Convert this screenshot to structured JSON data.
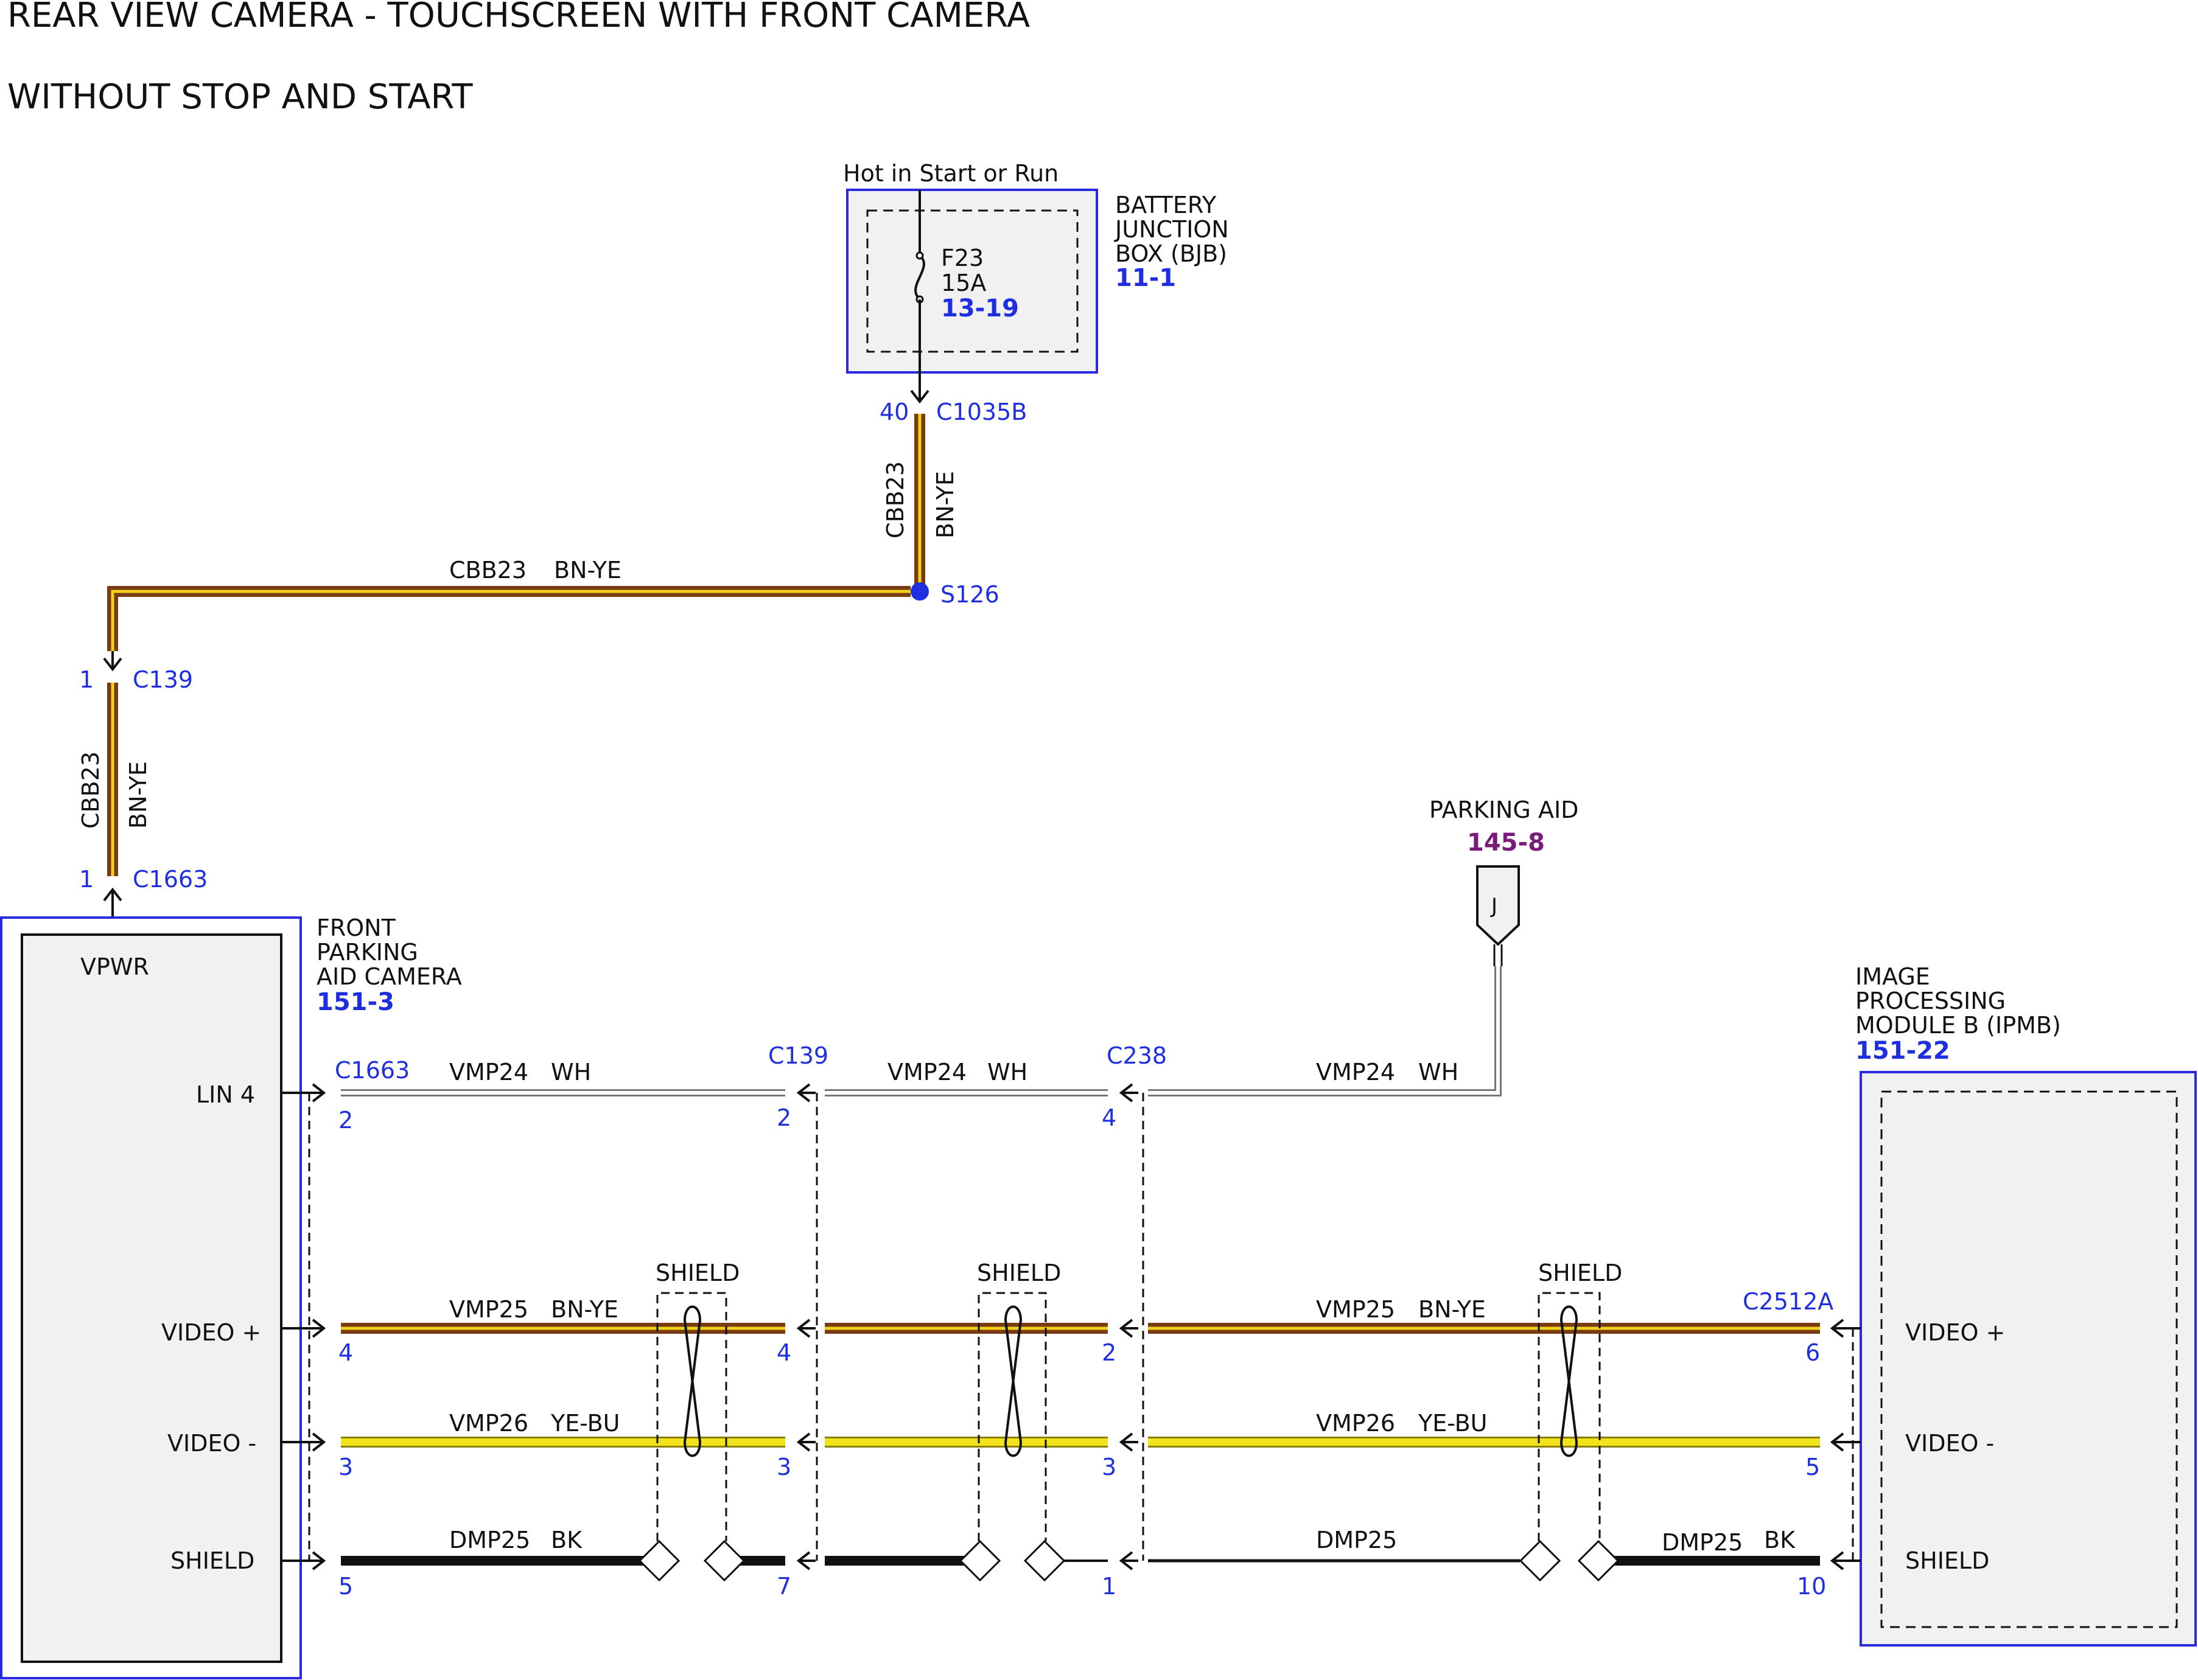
{
  "title": {
    "line1": "REAR VIEW CAMERA - TOUCHSCREEN WITH FRONT CAMERA",
    "line2": "WITHOUT STOP AND START"
  },
  "bjb": {
    "supply_label": "Hot in Start or Run",
    "fuse_name": "F23",
    "fuse_rating": "15A",
    "fuse_ref": "13-19",
    "name_lines": [
      "BATTERY",
      "JUNCTION",
      "BOX (BJB)"
    ],
    "page_ref": "11-1"
  },
  "power_circuit": {
    "circuit": "CBB23",
    "color": "BN-YE",
    "pin_c1035b": "40",
    "conn_c1035b": "C1035B",
    "splice": "S126",
    "pin_c139": "1",
    "conn_c139": "C139",
    "pin_c1663": "1",
    "conn_c1663": "C1663"
  },
  "camera": {
    "name_lines": [
      "FRONT",
      "PARKING",
      "AID CAMERA"
    ],
    "page_ref": "151-3",
    "pins": {
      "vpwr": "VPWR",
      "lin": "LIN 4",
      "video_pos": "VIDEO +",
      "video_neg": "VIDEO -",
      "shield": "SHIELD"
    }
  },
  "ipmb": {
    "name_lines": [
      "IMAGE",
      "PROCESSING",
      "MODULE B (IPMB)"
    ],
    "page_ref": "151-22",
    "pins": {
      "video_pos": "VIDEO +",
      "video_neg": "VIDEO -",
      "shield": "SHIELD"
    }
  },
  "parking_aid": {
    "label": "PARKING AID",
    "page_ref": "145-8",
    "symbol": "J"
  },
  "connectors": {
    "c1663": {
      "name": "C1663",
      "pins": {
        "lin": "2",
        "vpos": "4",
        "vneg": "3",
        "shield": "5"
      }
    },
    "c139": {
      "name": "C139",
      "pins": {
        "lin": "2",
        "vpos": "4",
        "vneg": "3",
        "shield": "7"
      }
    },
    "c238": {
      "name": "C238",
      "pins": {
        "lin": "4",
        "vpos": "2",
        "vneg": "3",
        "shield": "1"
      }
    },
    "c2512a": {
      "name": "C2512A",
      "pins": {
        "vpos": "6",
        "vneg": "5",
        "shield": "10"
      }
    }
  },
  "wires": {
    "lin": {
      "circuit": "VMP24",
      "color": "WH"
    },
    "vpos": {
      "circuit": "VMP25",
      "color": "BN-YE"
    },
    "vneg": {
      "circuit": "VMP26",
      "color": "YE-BU"
    },
    "shield": {
      "circuit": "DMP25",
      "color": "BK"
    }
  },
  "shield_label": "SHIELD",
  "colors": {
    "wire_brown": "#7a3a12",
    "wire_yellow": "#f2d21a",
    "wire_yellow_dark": "#8a7d10",
    "module_border": "#2a2ae0",
    "module_fill": "#f1f1f1",
    "ref_blue": "#1f2fe0",
    "ref_purple": "#7a1b7a"
  }
}
